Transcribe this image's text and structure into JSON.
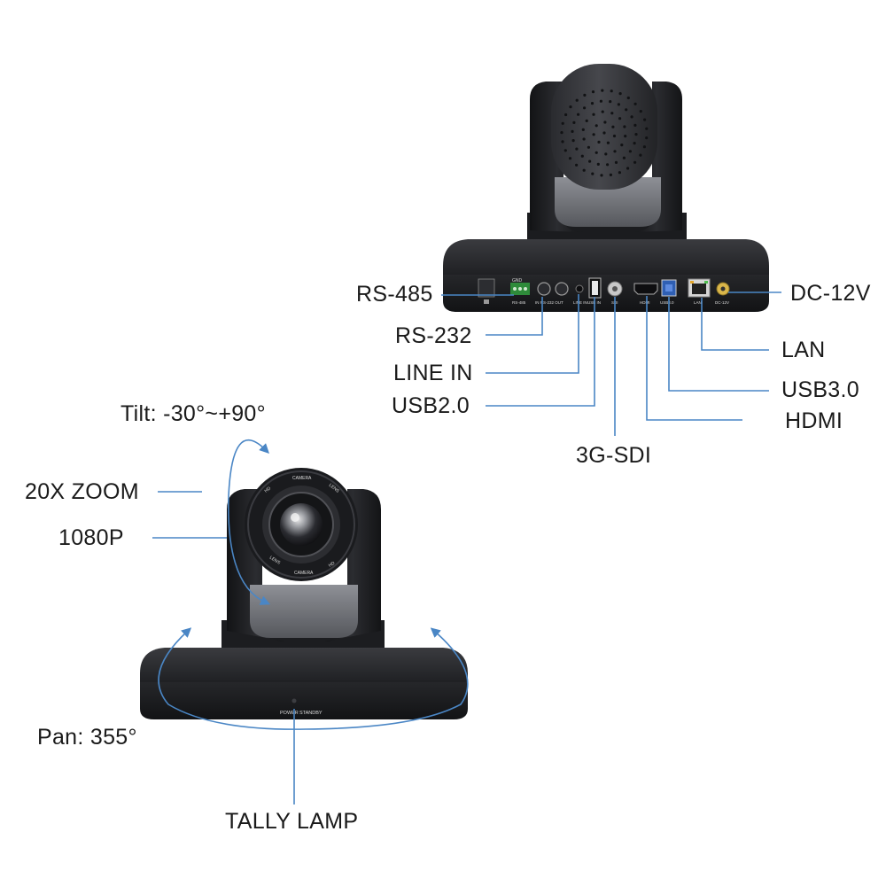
{
  "rear_ports": {
    "rs485": "RS-485",
    "rs232": "RS-232",
    "line_in": "LINE IN",
    "usb2": "USB2.0",
    "sdi": "3G-SDI",
    "dc12v": "DC-12V",
    "lan": "LAN",
    "usb3": "USB3.0",
    "hdmi": "HDMI"
  },
  "port_panel_marks": {
    "gnd": "GND",
    "rs485": "RS-485",
    "rs232": "IN  RS-232  OUT",
    "line_in": "LINE IN",
    "usb_in": "USB IN",
    "sdi": "SDI",
    "hdmi": "HDMI",
    "usb3": "USB3.0",
    "lan": "LAN",
    "dc": "DC-12V"
  },
  "front_features": {
    "tilt": "Tilt: -30°~+90°",
    "zoom": "20X ZOOM",
    "resolution": "1080P",
    "pan": "Pan: 355°",
    "tally": "TALLY LAMP"
  },
  "lens_marks": {
    "hd": "HD",
    "camera": "CAMERA",
    "lens": "LENS"
  },
  "base_marks": {
    "power": "POWER",
    "standby": "STANDBY"
  },
  "colors": {
    "leader_line": "#4a86c5",
    "camera_body": "#1e1f22",
    "label_text": "#1a1a1a"
  }
}
